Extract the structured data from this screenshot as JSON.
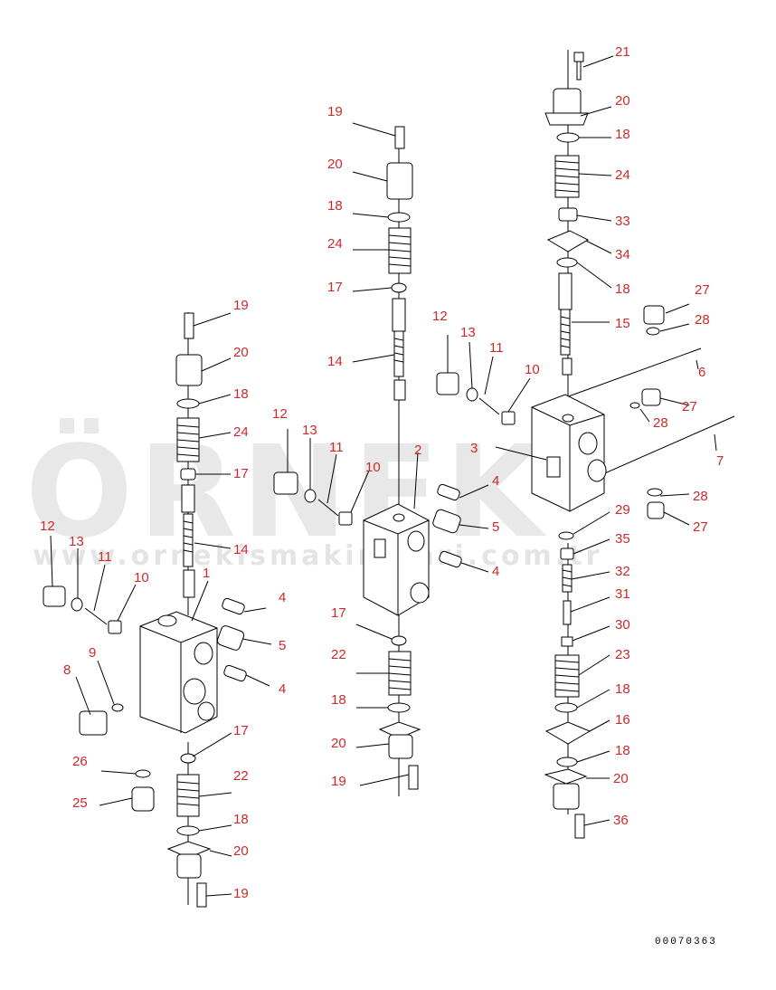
{
  "watermark": {
    "brand": "ÖRNEK",
    "url": "www.ornekismakinalari.com.tr",
    "accent": "#f5d36b"
  },
  "drawing_code": "00070363",
  "colors": {
    "label": "#cc2a2a",
    "line": "#000000"
  },
  "callouts": [
    {
      "id": "c1",
      "text": "21"
    },
    {
      "id": "c2",
      "text": "20"
    },
    {
      "id": "c3",
      "text": "18"
    },
    {
      "id": "c4",
      "text": "24"
    },
    {
      "id": "c5",
      "text": "33"
    },
    {
      "id": "c6",
      "text": "34"
    },
    {
      "id": "c7",
      "text": "18"
    },
    {
      "id": "c8",
      "text": "27"
    },
    {
      "id": "c9",
      "text": "28"
    },
    {
      "id": "c10",
      "text": "15"
    },
    {
      "id": "c11",
      "text": "6"
    },
    {
      "id": "c12",
      "text": "27"
    },
    {
      "id": "c13",
      "text": "28"
    },
    {
      "id": "c14",
      "text": "7"
    },
    {
      "id": "c15",
      "text": "3"
    },
    {
      "id": "c16",
      "text": "28"
    },
    {
      "id": "c17",
      "text": "27"
    },
    {
      "id": "c18",
      "text": "29"
    },
    {
      "id": "c19",
      "text": "35"
    },
    {
      "id": "c20",
      "text": "32"
    },
    {
      "id": "c21",
      "text": "31"
    },
    {
      "id": "c22",
      "text": "30"
    },
    {
      "id": "c23",
      "text": "23"
    },
    {
      "id": "c24",
      "text": "18"
    },
    {
      "id": "c25",
      "text": "16"
    },
    {
      "id": "c26",
      "text": "18"
    },
    {
      "id": "c27",
      "text": "20"
    },
    {
      "id": "c28",
      "text": "36"
    },
    {
      "id": "c29",
      "text": "12"
    },
    {
      "id": "c30",
      "text": "13"
    },
    {
      "id": "c31",
      "text": "11"
    },
    {
      "id": "c32",
      "text": "10"
    },
    {
      "id": "c33",
      "text": "19"
    },
    {
      "id": "c34",
      "text": "20"
    },
    {
      "id": "c35",
      "text": "18"
    },
    {
      "id": "c36",
      "text": "24"
    },
    {
      "id": "c37",
      "text": "17"
    },
    {
      "id": "c38",
      "text": "14"
    },
    {
      "id": "c39",
      "text": "2"
    },
    {
      "id": "c40",
      "text": "4"
    },
    {
      "id": "c41",
      "text": "5"
    },
    {
      "id": "c42",
      "text": "4"
    },
    {
      "id": "c43",
      "text": "17"
    },
    {
      "id": "c44",
      "text": "22"
    },
    {
      "id": "c45",
      "text": "18"
    },
    {
      "id": "c46",
      "text": "20"
    },
    {
      "id": "c47",
      "text": "19"
    },
    {
      "id": "c48",
      "text": "12"
    },
    {
      "id": "c49",
      "text": "13"
    },
    {
      "id": "c50",
      "text": "11"
    },
    {
      "id": "c51",
      "text": "10"
    },
    {
      "id": "c52",
      "text": "19"
    },
    {
      "id": "c53",
      "text": "20"
    },
    {
      "id": "c54",
      "text": "18"
    },
    {
      "id": "c55",
      "text": "24"
    },
    {
      "id": "c56",
      "text": "17"
    },
    {
      "id": "c57",
      "text": "14"
    },
    {
      "id": "c58",
      "text": "1"
    },
    {
      "id": "c59",
      "text": "4"
    },
    {
      "id": "c60",
      "text": "5"
    },
    {
      "id": "c61",
      "text": "4"
    },
    {
      "id": "c62",
      "text": "12"
    },
    {
      "id": "c63",
      "text": "13"
    },
    {
      "id": "c64",
      "text": "11"
    },
    {
      "id": "c65",
      "text": "10"
    },
    {
      "id": "c66",
      "text": "9"
    },
    {
      "id": "c67",
      "text": "8"
    },
    {
      "id": "c68",
      "text": "17"
    },
    {
      "id": "c69",
      "text": "22"
    },
    {
      "id": "c70",
      "text": "26"
    },
    {
      "id": "c71",
      "text": "25"
    },
    {
      "id": "c72",
      "text": "18"
    },
    {
      "id": "c73",
      "text": "20"
    },
    {
      "id": "c74",
      "text": "19"
    }
  ]
}
